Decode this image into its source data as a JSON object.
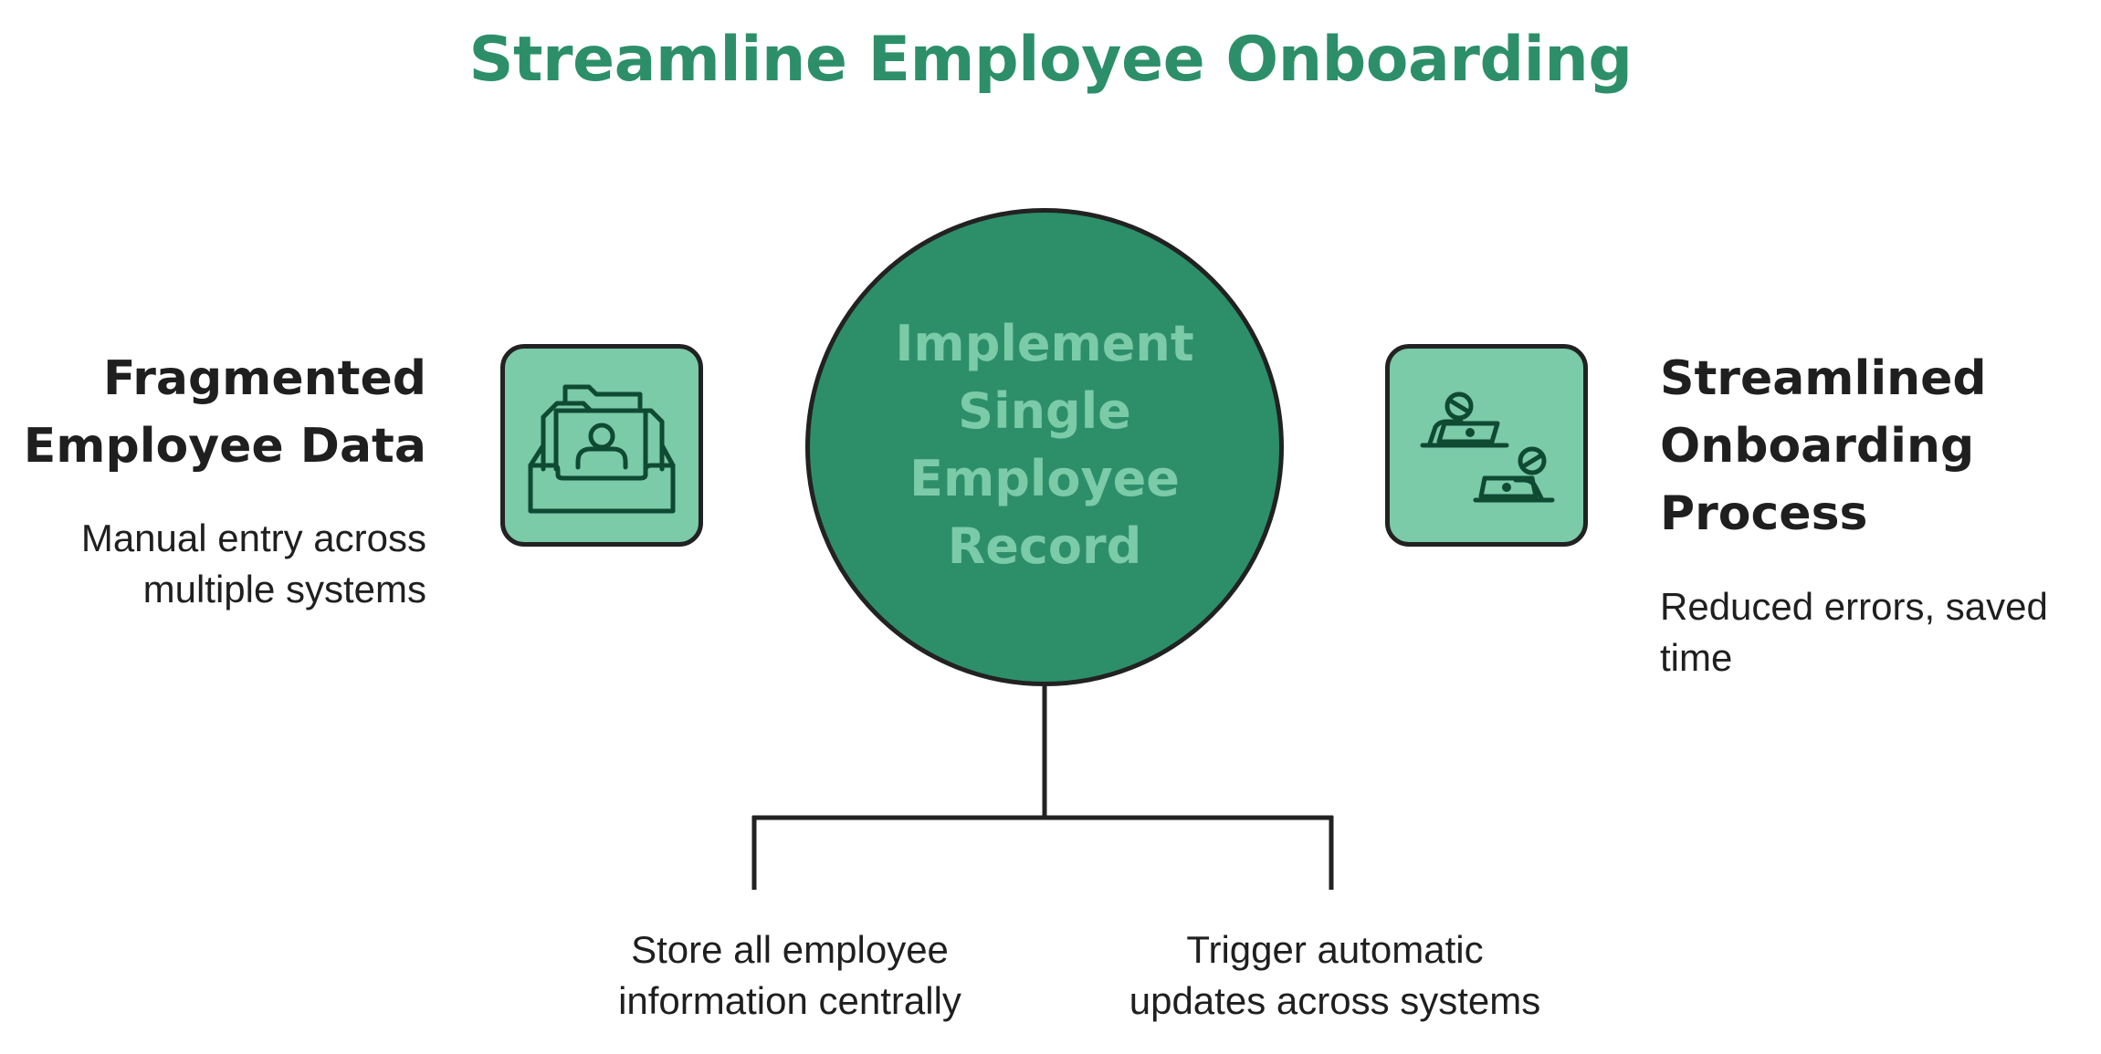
{
  "title": "Streamline Employee Onboarding",
  "left": {
    "heading": [
      "Fragmented",
      "Employee Data"
    ],
    "description": [
      "Manual entry across",
      "multiple systems"
    ],
    "icon": "folder-inbox-icon"
  },
  "center": {
    "label": [
      "Implement",
      "Single",
      "Employee",
      "Record"
    ]
  },
  "right": {
    "heading": [
      "Streamlined",
      "Onboarding",
      "Process"
    ],
    "description": [
      "Reduced errors, saved",
      "time"
    ],
    "icon": "people-laptops-icon"
  },
  "branches": [
    {
      "text": [
        "Store all employee",
        "information centrally"
      ]
    },
    {
      "text": [
        "Trigger automatic",
        "updates across systems"
      ]
    }
  ],
  "colors": {
    "accent": "#2d8f6a",
    "light_accent": "#7bcaa8",
    "icon_stroke": "#0f4a33",
    "outline": "#222222"
  }
}
